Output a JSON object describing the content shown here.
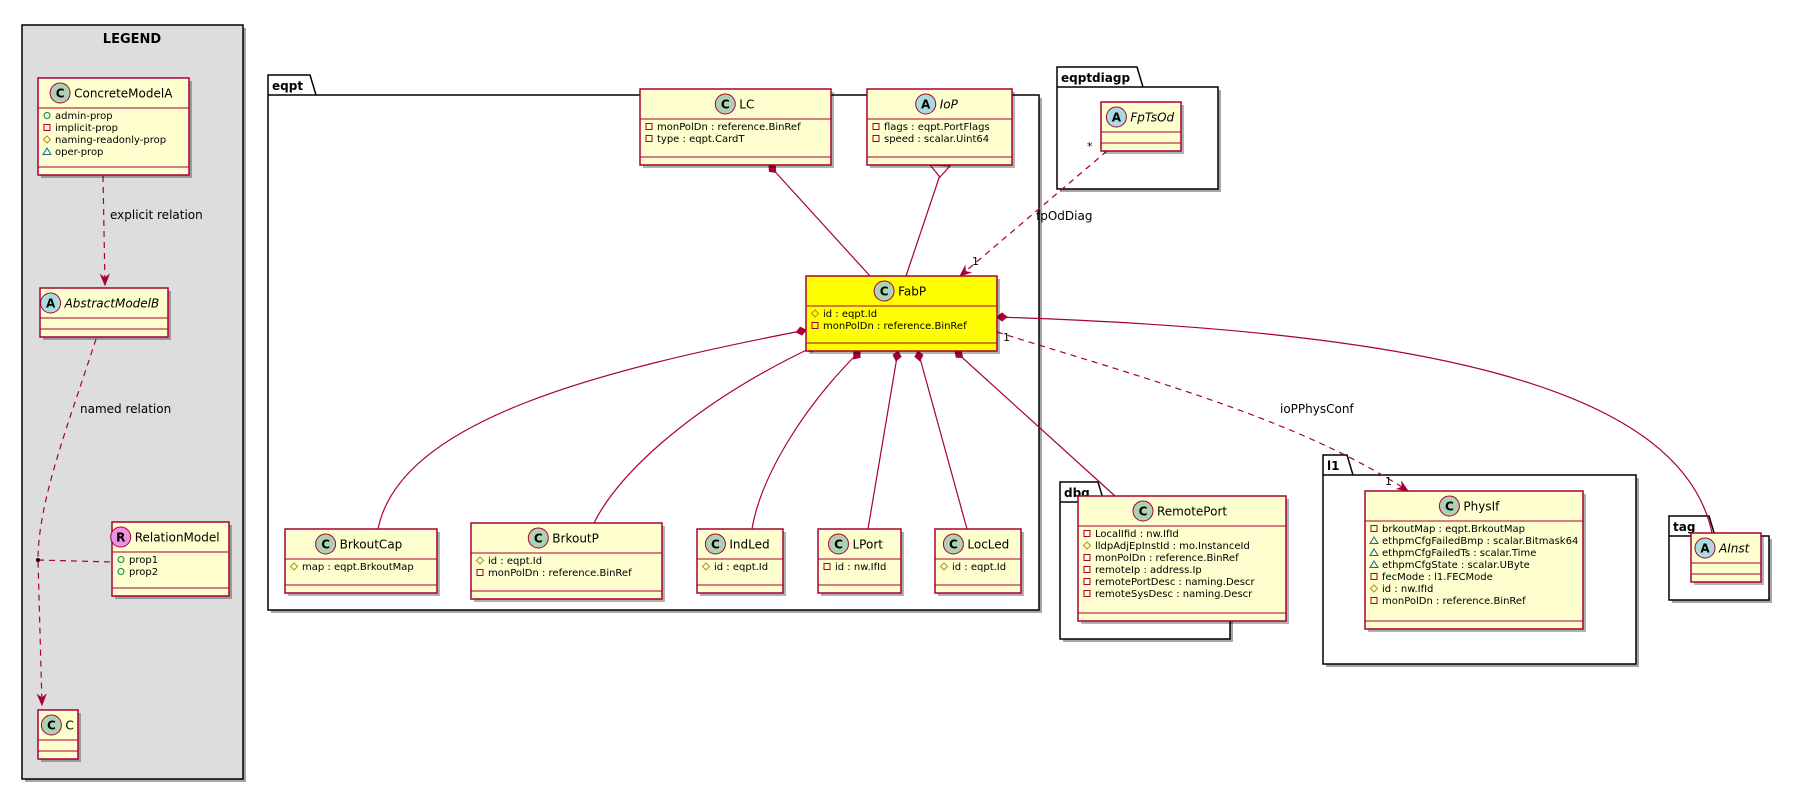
{
  "colors": {
    "class_fill": "#FEFECE",
    "class_border": "#A80036",
    "highlight_fill": "#FFFF00",
    "legend_fill": "#DDDDDD",
    "circle_class": "#ADD1B2",
    "circle_abstract": "#A9DCDF",
    "circle_relation": "#EB93DF",
    "relation_line": "#A80036"
  },
  "legend": {
    "title": "LEGEND",
    "classes": {
      "concrete": {
        "name": "ConcreteModelA",
        "stereotype": "C",
        "attributes": [
          "admin-prop",
          "implicit-prop",
          "naming-readonly-prop",
          "oper-prop"
        ]
      },
      "abstract": {
        "name": "AbstractModelB",
        "stereotype": "A",
        "attributes": []
      },
      "relation": {
        "name": "RelationModel",
        "stereotype": "R",
        "attributes": [
          "prop1",
          "prop2"
        ]
      },
      "c": {
        "name": "C",
        "stereotype": "C",
        "attributes": []
      }
    },
    "labels": {
      "explicit": "explicit relation",
      "named": "named relation"
    }
  },
  "packages": {
    "eqpt": "eqpt",
    "eqptdiagp": "eqptdiagp",
    "dbg": "dbg",
    "l1": "l1",
    "tag": "tag"
  },
  "classes": {
    "LC": {
      "name": "LC",
      "stereotype": "C",
      "attributes": [
        "monPolDn : reference.BinRef",
        "type : eqpt.CardT"
      ]
    },
    "IoP": {
      "name": "IoP",
      "stereotype": "A",
      "attributes": [
        "flags : eqpt.PortFlags",
        "speed : scalar.Uint64"
      ]
    },
    "FabP": {
      "name": "FabP",
      "stereotype": "C",
      "attributes": [
        "id : eqpt.Id",
        "monPolDn : reference.BinRef"
      ]
    },
    "BrkoutCap": {
      "name": "BrkoutCap",
      "stereotype": "C",
      "attributes": [
        "map : eqpt.BrkoutMap"
      ]
    },
    "BrkoutP": {
      "name": "BrkoutP",
      "stereotype": "C",
      "attributes": [
        "id : eqpt.Id",
        "monPolDn : reference.BinRef"
      ]
    },
    "IndLed": {
      "name": "IndLed",
      "stereotype": "C",
      "attributes": [
        "id : eqpt.Id"
      ]
    },
    "LPort": {
      "name": "LPort",
      "stereotype": "C",
      "attributes": [
        "id : nw.IfId"
      ]
    },
    "LocLed": {
      "name": "LocLed",
      "stereotype": "C",
      "attributes": [
        "id : eqpt.Id"
      ]
    },
    "FpTsOd": {
      "name": "FpTsOd",
      "stereotype": "A",
      "attributes": []
    },
    "RemotePort": {
      "name": "RemotePort",
      "stereotype": "C",
      "attributes": [
        "LocalIfid : nw.IfId",
        "lldpAdjEpInstId : mo.InstanceId",
        "monPolDn : reference.BinRef",
        "remoteIp : address.Ip",
        "remotePortDesc : naming.Descr",
        "remoteSysDesc : naming.Descr"
      ]
    },
    "PhysIf": {
      "name": "PhysIf",
      "stereotype": "C",
      "attributes": [
        "brkoutMap : eqpt.BrkoutMap",
        "ethpmCfgFailedBmp : scalar.Bitmask64",
        "ethpmCfgFailedTs : scalar.Time",
        "ethpmCfgState : scalar.UByte",
        "fecMode : l1.FECMode",
        "id : nw.IfId",
        "monPolDn : reference.BinRef"
      ]
    },
    "AInst": {
      "name": "AInst",
      "stereotype": "A",
      "attributes": []
    }
  },
  "relations": {
    "fpOdDiag": {
      "label": "fpOdDiag",
      "source_mult": "*",
      "target_mult": "1"
    },
    "ioPPhysConf": {
      "label": "ioPPhysConf",
      "source_mult": "1",
      "target_mult": "1"
    }
  }
}
